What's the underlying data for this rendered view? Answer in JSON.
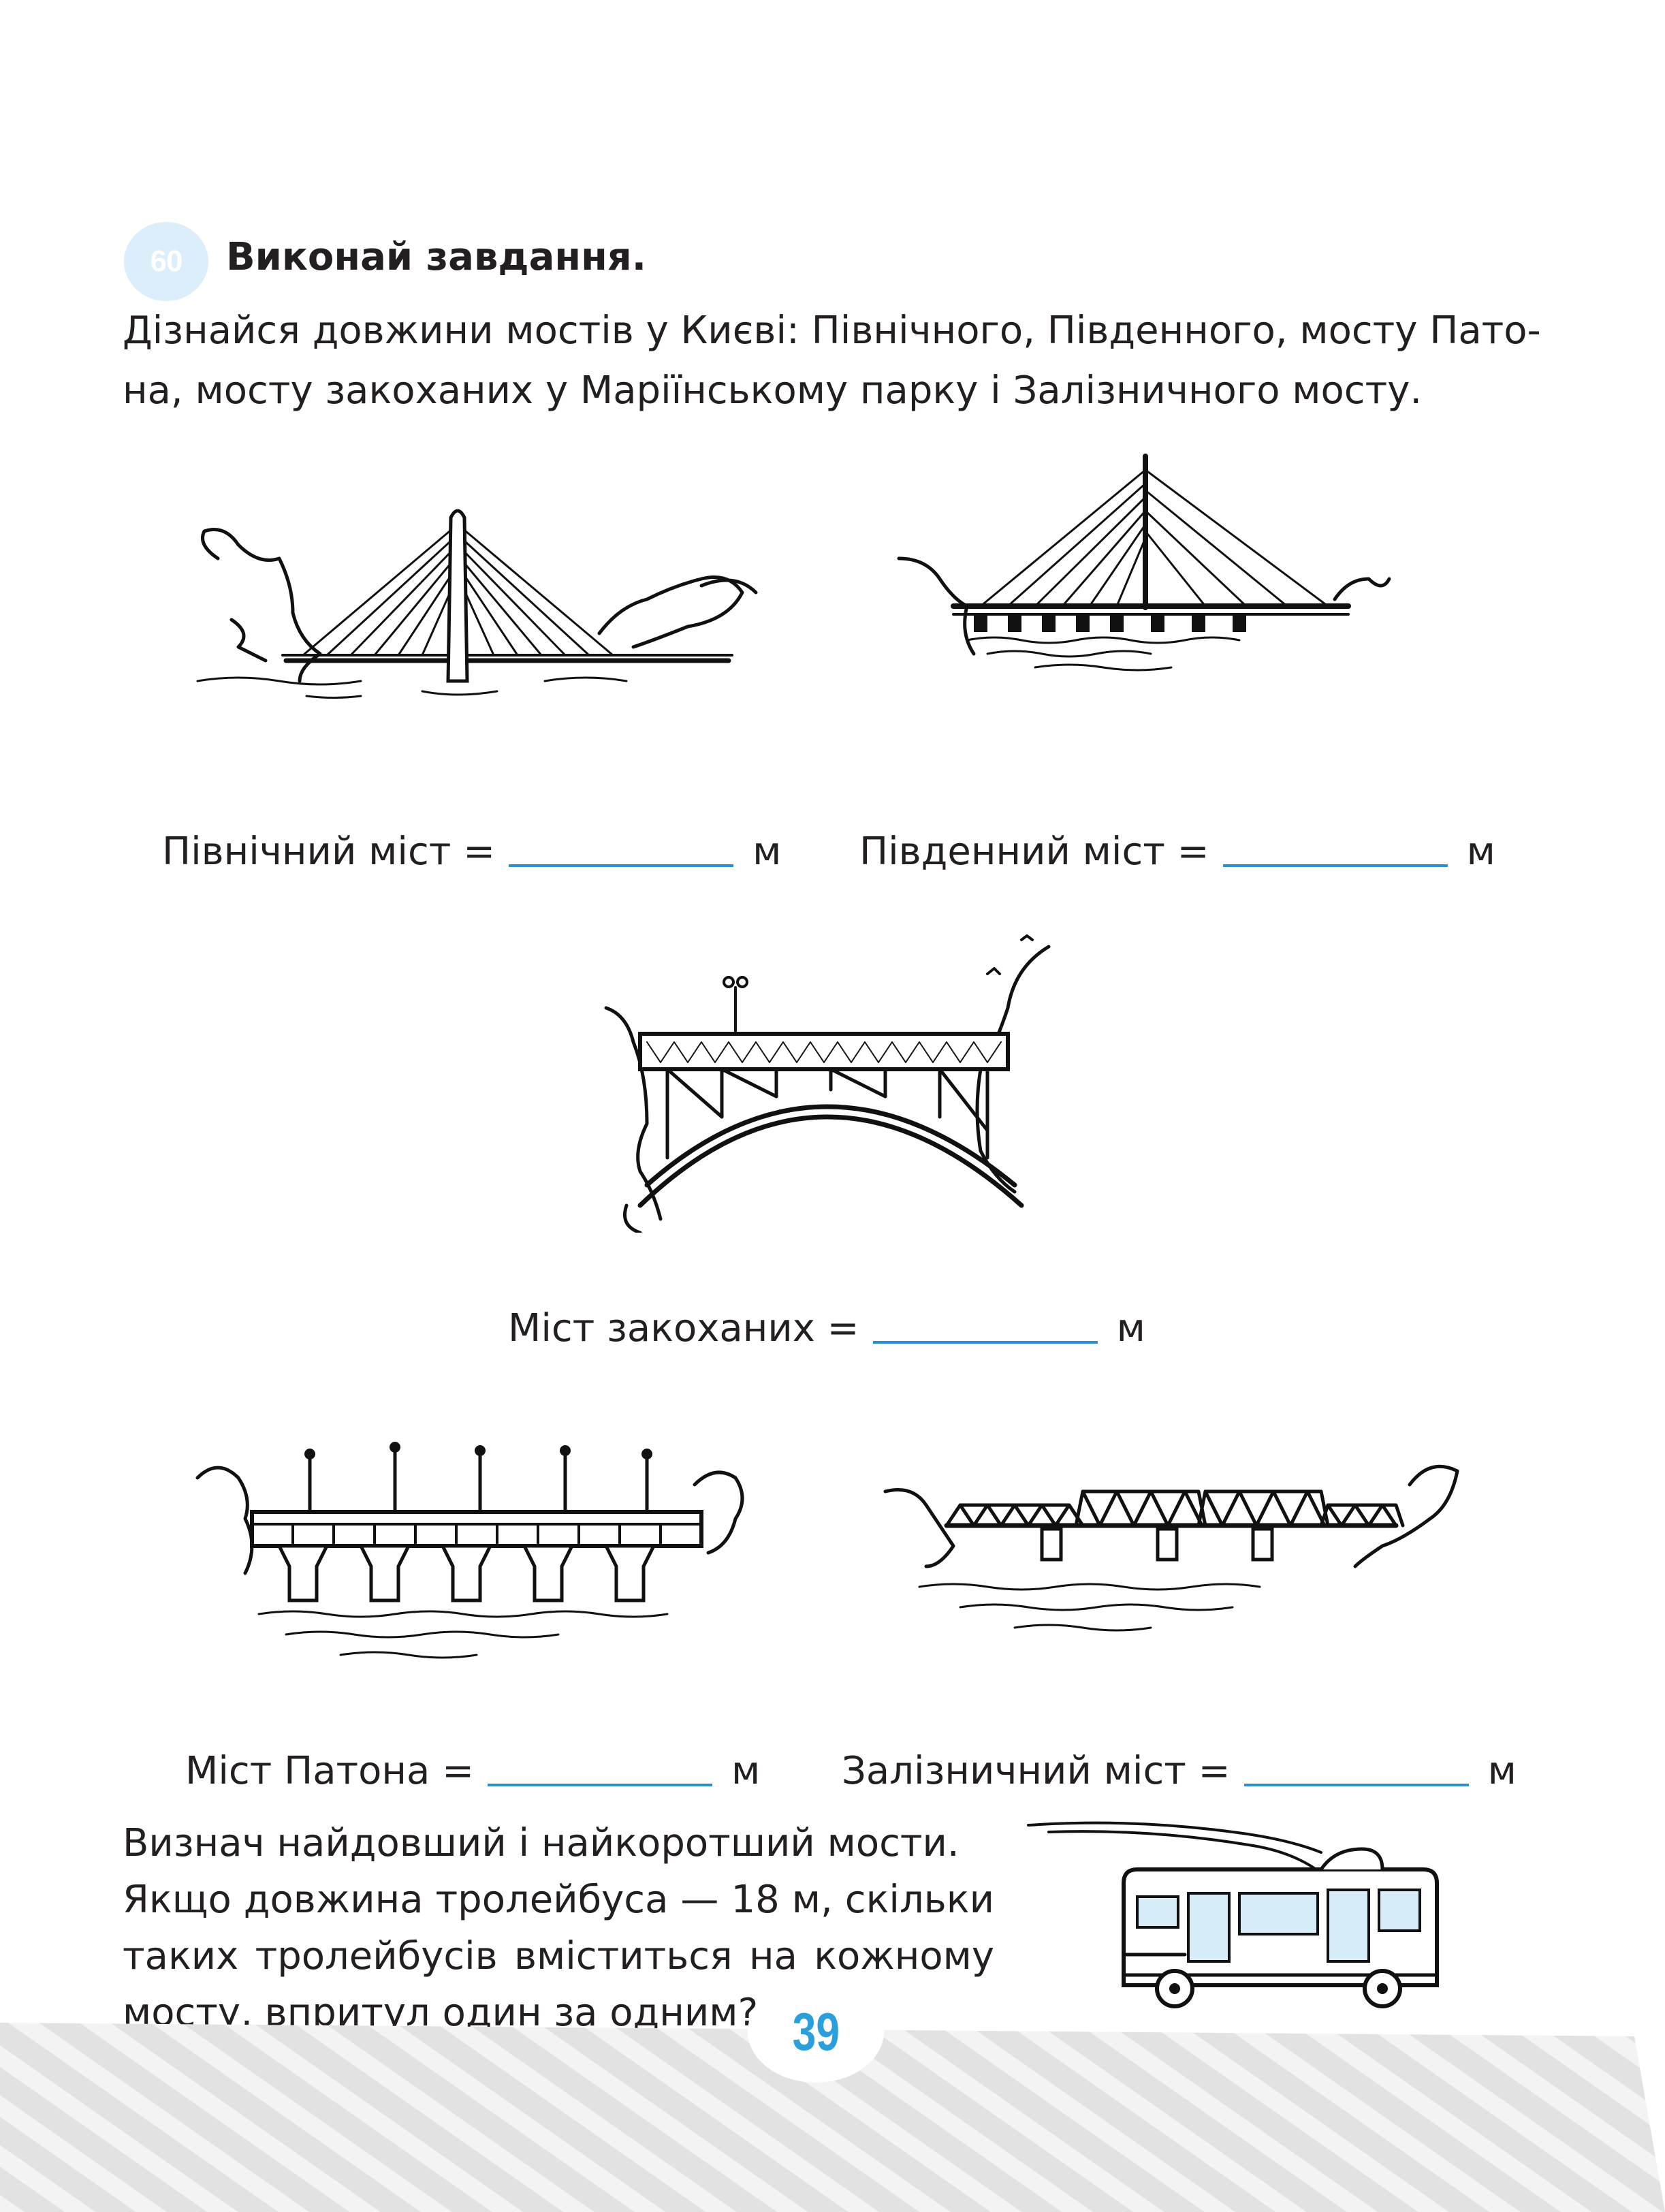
{
  "task": {
    "number": "60",
    "title": "Виконай завдання.",
    "intro_line1": "Дізнайся довжини мостів у Києві: Північного, Південного, мосту Пато-",
    "intro_line2": "на, мосту закоханих у Маріїнському парку і Залізничного мосту."
  },
  "bridges": [
    {
      "label": "Північний міст =",
      "unit": "м"
    },
    {
      "label": "Південний міст =",
      "unit": "м"
    },
    {
      "label": "Міст закоханих =",
      "unit": "м"
    },
    {
      "label": "Міст Патона =",
      "unit": "м"
    },
    {
      "label": "Залізничний міст =",
      "unit": "м"
    }
  ],
  "question": {
    "line1": "Визнач найдовший і найкоротший мости.",
    "line2": "Якщо довжина тролейбуса — 18 м, скільки",
    "line3": "таких тролейбусів вміститься на кожному",
    "line4": "мосту, впритул один за одним?"
  },
  "page_number": "39",
  "colors": {
    "accent": "#2a9fdc",
    "badge": "#dbeefa",
    "stripes": "#e6e6e6"
  }
}
